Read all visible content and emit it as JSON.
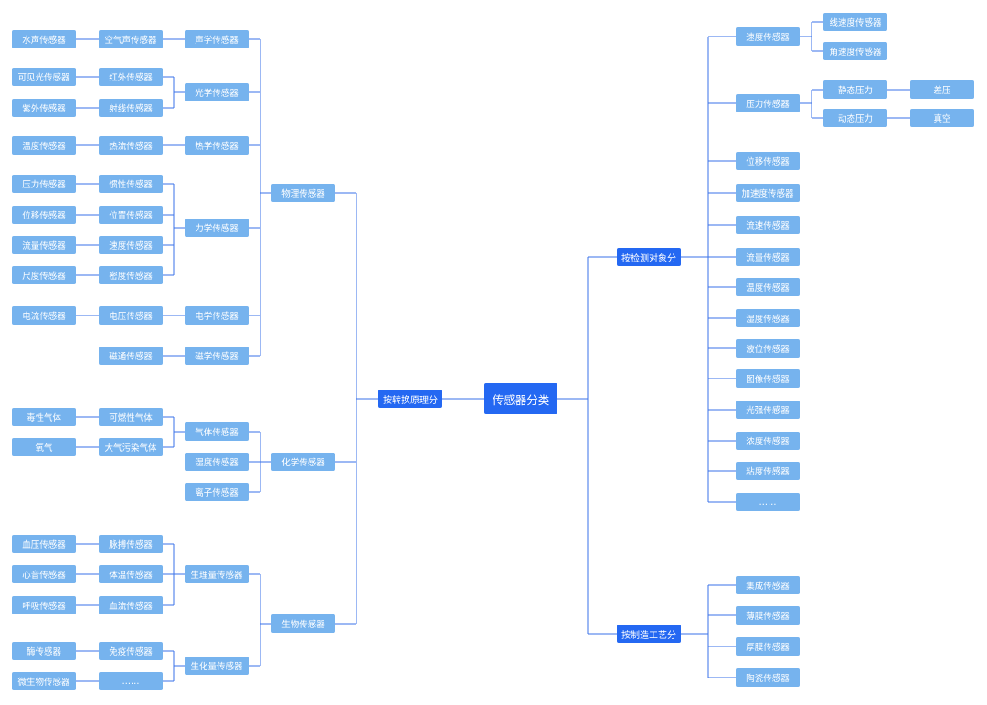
{
  "colors": {
    "line": "#3a72e8",
    "light_node": "#76b3ee",
    "dark_node": "#2468f2",
    "text": "#ffffff"
  },
  "tree": {
    "label": "传感器分类",
    "children": [
      {
        "label": "按转换原理分",
        "children": [
          {
            "label": "物理传感器",
            "children": [
              {
                "label": "声学传感器",
                "children": [
                  {
                    "label": "空气声传感器",
                    "children": [
                      {
                        "label": "水声传感器"
                      }
                    ]
                  }
                ]
              },
              {
                "label": "光学传感器",
                "children": [
                  {
                    "label": "红外传感器",
                    "children": [
                      {
                        "label": "可见光传感器"
                      }
                    ]
                  },
                  {
                    "label": "射线传感器",
                    "children": [
                      {
                        "label": "紫外传感器"
                      }
                    ]
                  }
                ]
              },
              {
                "label": "热学传感器",
                "children": [
                  {
                    "label": "热流传感器",
                    "children": [
                      {
                        "label": "温度传感器"
                      }
                    ]
                  }
                ]
              },
              {
                "label": "力学传感器",
                "children": [
                  {
                    "label": "惯性传感器",
                    "children": [
                      {
                        "label": "压力传感器"
                      }
                    ]
                  },
                  {
                    "label": "位置传感器",
                    "children": [
                      {
                        "label": "位移传感器"
                      }
                    ]
                  },
                  {
                    "label": "速度传感器",
                    "children": [
                      {
                        "label": "流量传感器"
                      }
                    ]
                  },
                  {
                    "label": "密度传感器",
                    "children": [
                      {
                        "label": "尺度传感器"
                      }
                    ]
                  }
                ]
              },
              {
                "label": "电学传感器",
                "children": [
                  {
                    "label": "电压传感器",
                    "children": [
                      {
                        "label": "电流传感器"
                      }
                    ]
                  }
                ]
              },
              {
                "label": "磁学传感器",
                "children": [
                  {
                    "label": "磁通传感器"
                  }
                ]
              }
            ]
          },
          {
            "label": "化学传感器",
            "children": [
              {
                "label": "气体传感器",
                "children": [
                  {
                    "label": "可燃性气体",
                    "children": [
                      {
                        "label": "毒性气体"
                      }
                    ]
                  },
                  {
                    "label": "大气污染气体",
                    "children": [
                      {
                        "label": "氧气"
                      }
                    ]
                  }
                ]
              },
              {
                "label": "湿度传感器"
              },
              {
                "label": "离子传感器"
              }
            ]
          },
          {
            "label": "生物传感器",
            "children": [
              {
                "label": "生理量传感器",
                "children": [
                  {
                    "label": "脉搏传感器",
                    "children": [
                      {
                        "label": "血压传感器"
                      }
                    ]
                  },
                  {
                    "label": "体温传感器",
                    "children": [
                      {
                        "label": "心音传感器"
                      }
                    ]
                  },
                  {
                    "label": "血流传感器",
                    "children": [
                      {
                        "label": "呼吸传感器"
                      }
                    ]
                  }
                ]
              },
              {
                "label": "生化量传感器",
                "children": [
                  {
                    "label": "免疫传感器",
                    "children": [
                      {
                        "label": "酶传感器"
                      }
                    ]
                  },
                  {
                    "label": "……",
                    "children": [
                      {
                        "label": "微生物传感器"
                      }
                    ]
                  }
                ]
              }
            ]
          }
        ]
      },
      {
        "label": "按检测对象分",
        "children": [
          {
            "label": "速度传感器",
            "children": [
              {
                "label": "线速度传感器"
              },
              {
                "label": "角速度传感器"
              }
            ]
          },
          {
            "label": "压力传感器",
            "children": [
              {
                "label": "静态压力",
                "children": [
                  {
                    "label": "差压"
                  }
                ]
              },
              {
                "label": "动态压力",
                "children": [
                  {
                    "label": "真空"
                  }
                ]
              }
            ]
          },
          {
            "label": "位移传感器"
          },
          {
            "label": "加速度传感器"
          },
          {
            "label": "流速传感器"
          },
          {
            "label": "流量传感器"
          },
          {
            "label": "温度传感器"
          },
          {
            "label": "湿度传感器"
          },
          {
            "label": "液位传感器"
          },
          {
            "label": "图像传感器"
          },
          {
            "label": "光强传感器"
          },
          {
            "label": "浓度传感器"
          },
          {
            "label": "粘度传感器"
          },
          {
            "label": "……"
          }
        ]
      },
      {
        "label": "按制造工艺分",
        "children": [
          {
            "label": "集成传感器"
          },
          {
            "label": "薄膜传感器"
          },
          {
            "label": "厚膜传感器"
          },
          {
            "label": "陶瓷传感器"
          }
        ]
      }
    ]
  }
}
